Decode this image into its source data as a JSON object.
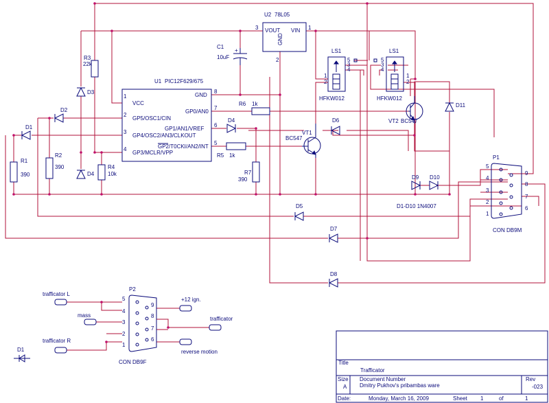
{
  "title_block": {
    "title_label": "Title",
    "title_value": "Traffic​ator",
    "size_label": "Size",
    "size_value": "A",
    "docnum_label": "Document Number",
    "docnum_value": "Dmitry Pukhov's pribambas ware",
    "rev_label": "Rev",
    "rev_value": "-023",
    "date_label": "Date:",
    "date_value": "Monday, March 16, 2009",
    "sheet_label": "Sheet",
    "sheet_value": "1",
    "of_label": "of",
    "of_value": "1"
  },
  "components": {
    "u1_ref": "U1",
    "u1_part": "PIC12F629/675",
    "u1_pins": {
      "vcc": "VCC",
      "gp5": "GP5/OSC1/CIN",
      "gp4": "GP4/OSC2/AN3/CLKOUT",
      "gp3": "GP3/MCLR/VPP",
      "gnd": "GND",
      "gp0": "GP0/AN0",
      "gp1": "GP1/AN1/VREF",
      "gp2": "GP2/T0CKI/AN2/INT"
    },
    "u1_pinnums": {
      "p1": "1",
      "p2": "2",
      "p3": "3",
      "p4": "4",
      "p8": "8",
      "p7": "7",
      "p6": "6",
      "p5": "5"
    },
    "u2_ref": "U2",
    "u2_part": "78L05",
    "u2_vout": "VOUT",
    "u2_vin": "VIN",
    "u2_gnd": "GND",
    "u2_p1": "1",
    "u2_p2": "2",
    "u2_p3": "3",
    "c1_ref": "C1",
    "c1_val": "10uF",
    "r1_ref": "R1",
    "r1_val": "390",
    "r2_ref": "R2",
    "r2_val": "390",
    "r3_ref": "R3",
    "r3_val": "22k",
    "r4_ref": "R4",
    "r4_val": "10k",
    "r5_ref": "R5",
    "r5_val": "1k",
    "r6_ref": "R6",
    "r6_val": "1k",
    "r7_ref": "R7",
    "r7_val": "390",
    "d1": "D1",
    "d2": "D2",
    "d3": "D3",
    "d4": "D4",
    "d4b": "D4",
    "d5": "D5",
    "d6": "D6",
    "d7": "D7",
    "d8": "D8",
    "d9": "D9",
    "d10": "D10",
    "d11": "D11",
    "diode_note": "D1-D10 1N4007",
    "vt1_ref": "VT1",
    "vt1_part": "BC547",
    "vt2_ref": "VT2",
    "vt2_part": "BC547",
    "ls1a_ref": "LS1",
    "ls1a_part": "HFKW012",
    "ls1b_ref": "LS1",
    "ls1b_part": "HFKW012",
    "relay_pins": {
      "p1": "1",
      "p2": "2",
      "p3": "3",
      "p4": "4",
      "p5": "5"
    },
    "p1_ref": "P1",
    "p1_part": "CON DB9M",
    "p1_pins": {
      "p5": "5",
      "p4": "4",
      "p3": "3",
      "p2": "2",
      "p1": "1",
      "p9": "9",
      "p8": "8",
      "p7": "7",
      "p6": "6"
    },
    "p2_ref": "P2",
    "p2_part": "CON DB9F",
    "p2_pins": {
      "p5": "5",
      "p4": "4",
      "p3": "3",
      "p2": "2",
      "p1": "1",
      "p9": "9",
      "p8": "8",
      "p7": "7",
      "p6": "6"
    },
    "d1_legend": "D1"
  },
  "connectors": {
    "traff_l": "trafficator L",
    "mass": "mass",
    "traff_r": "trafficator R",
    "ign": "+12 ign.",
    "traff": "trafficator",
    "reverse": "reverse motion"
  }
}
